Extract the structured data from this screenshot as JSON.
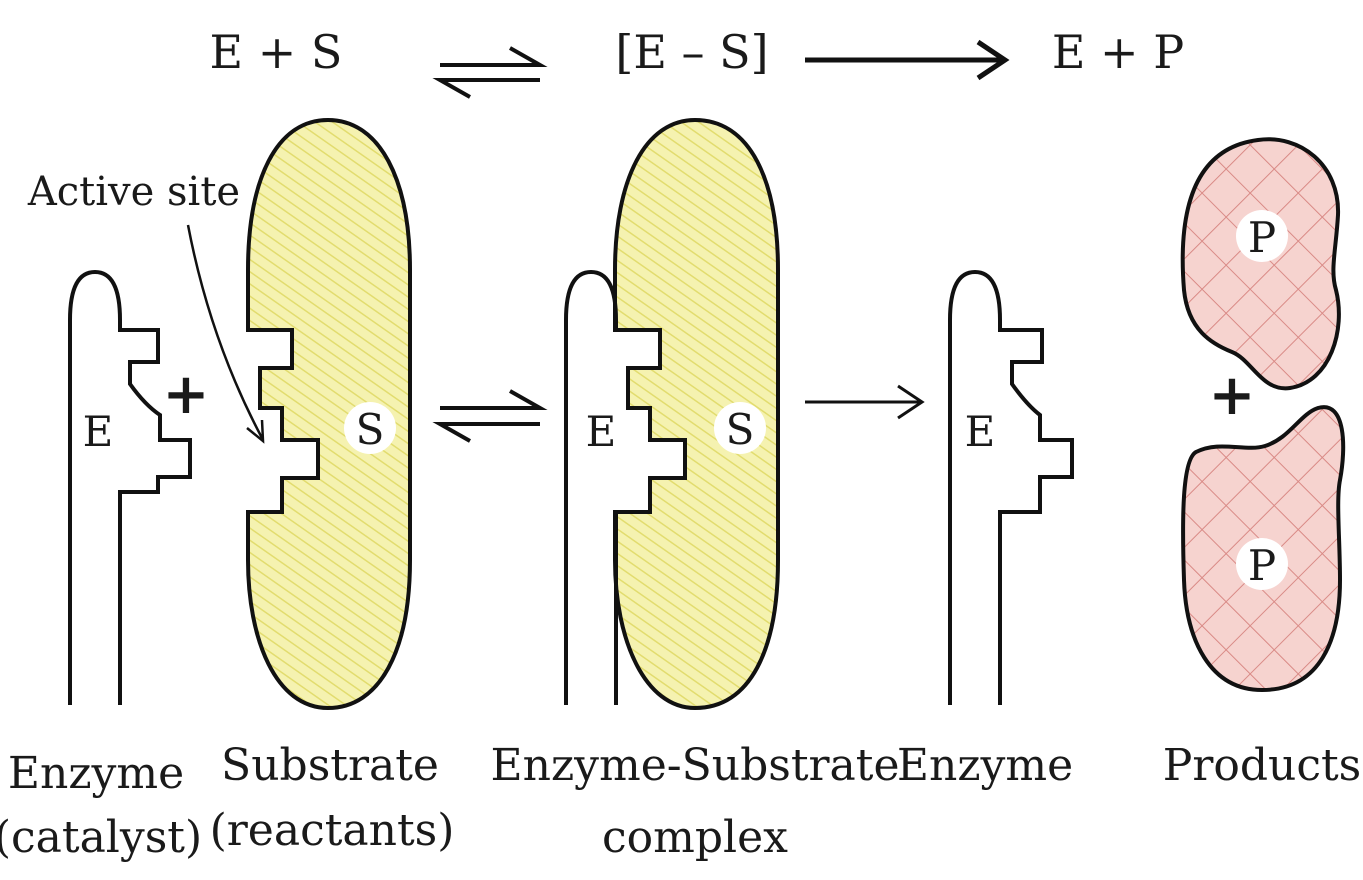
{
  "equation": {
    "reactants": "E + S",
    "complex": "[E – S]",
    "products": "E + P"
  },
  "labels": {
    "active_site": "Active site",
    "enzyme_letter": "E",
    "substrate_letter": "S",
    "product_letter": "P",
    "plus": "+"
  },
  "captions": {
    "enzyme_catalyst_line1": "Enzyme",
    "enzyme_catalyst_line2": "(catalyst)",
    "substrate_line1": "Substrate",
    "substrate_line2": "(reactants)",
    "complex_line1": "Enzyme-Substrate",
    "complex_line2": "complex",
    "enzyme": "Enzyme",
    "products": "Products"
  },
  "colors": {
    "substrate_fill": "#f5f2b0",
    "substrate_hatch": "#e2dc6e",
    "product_fill": "#f6d3cf",
    "product_hatch": "#d98a86",
    "outline": "#111111"
  }
}
